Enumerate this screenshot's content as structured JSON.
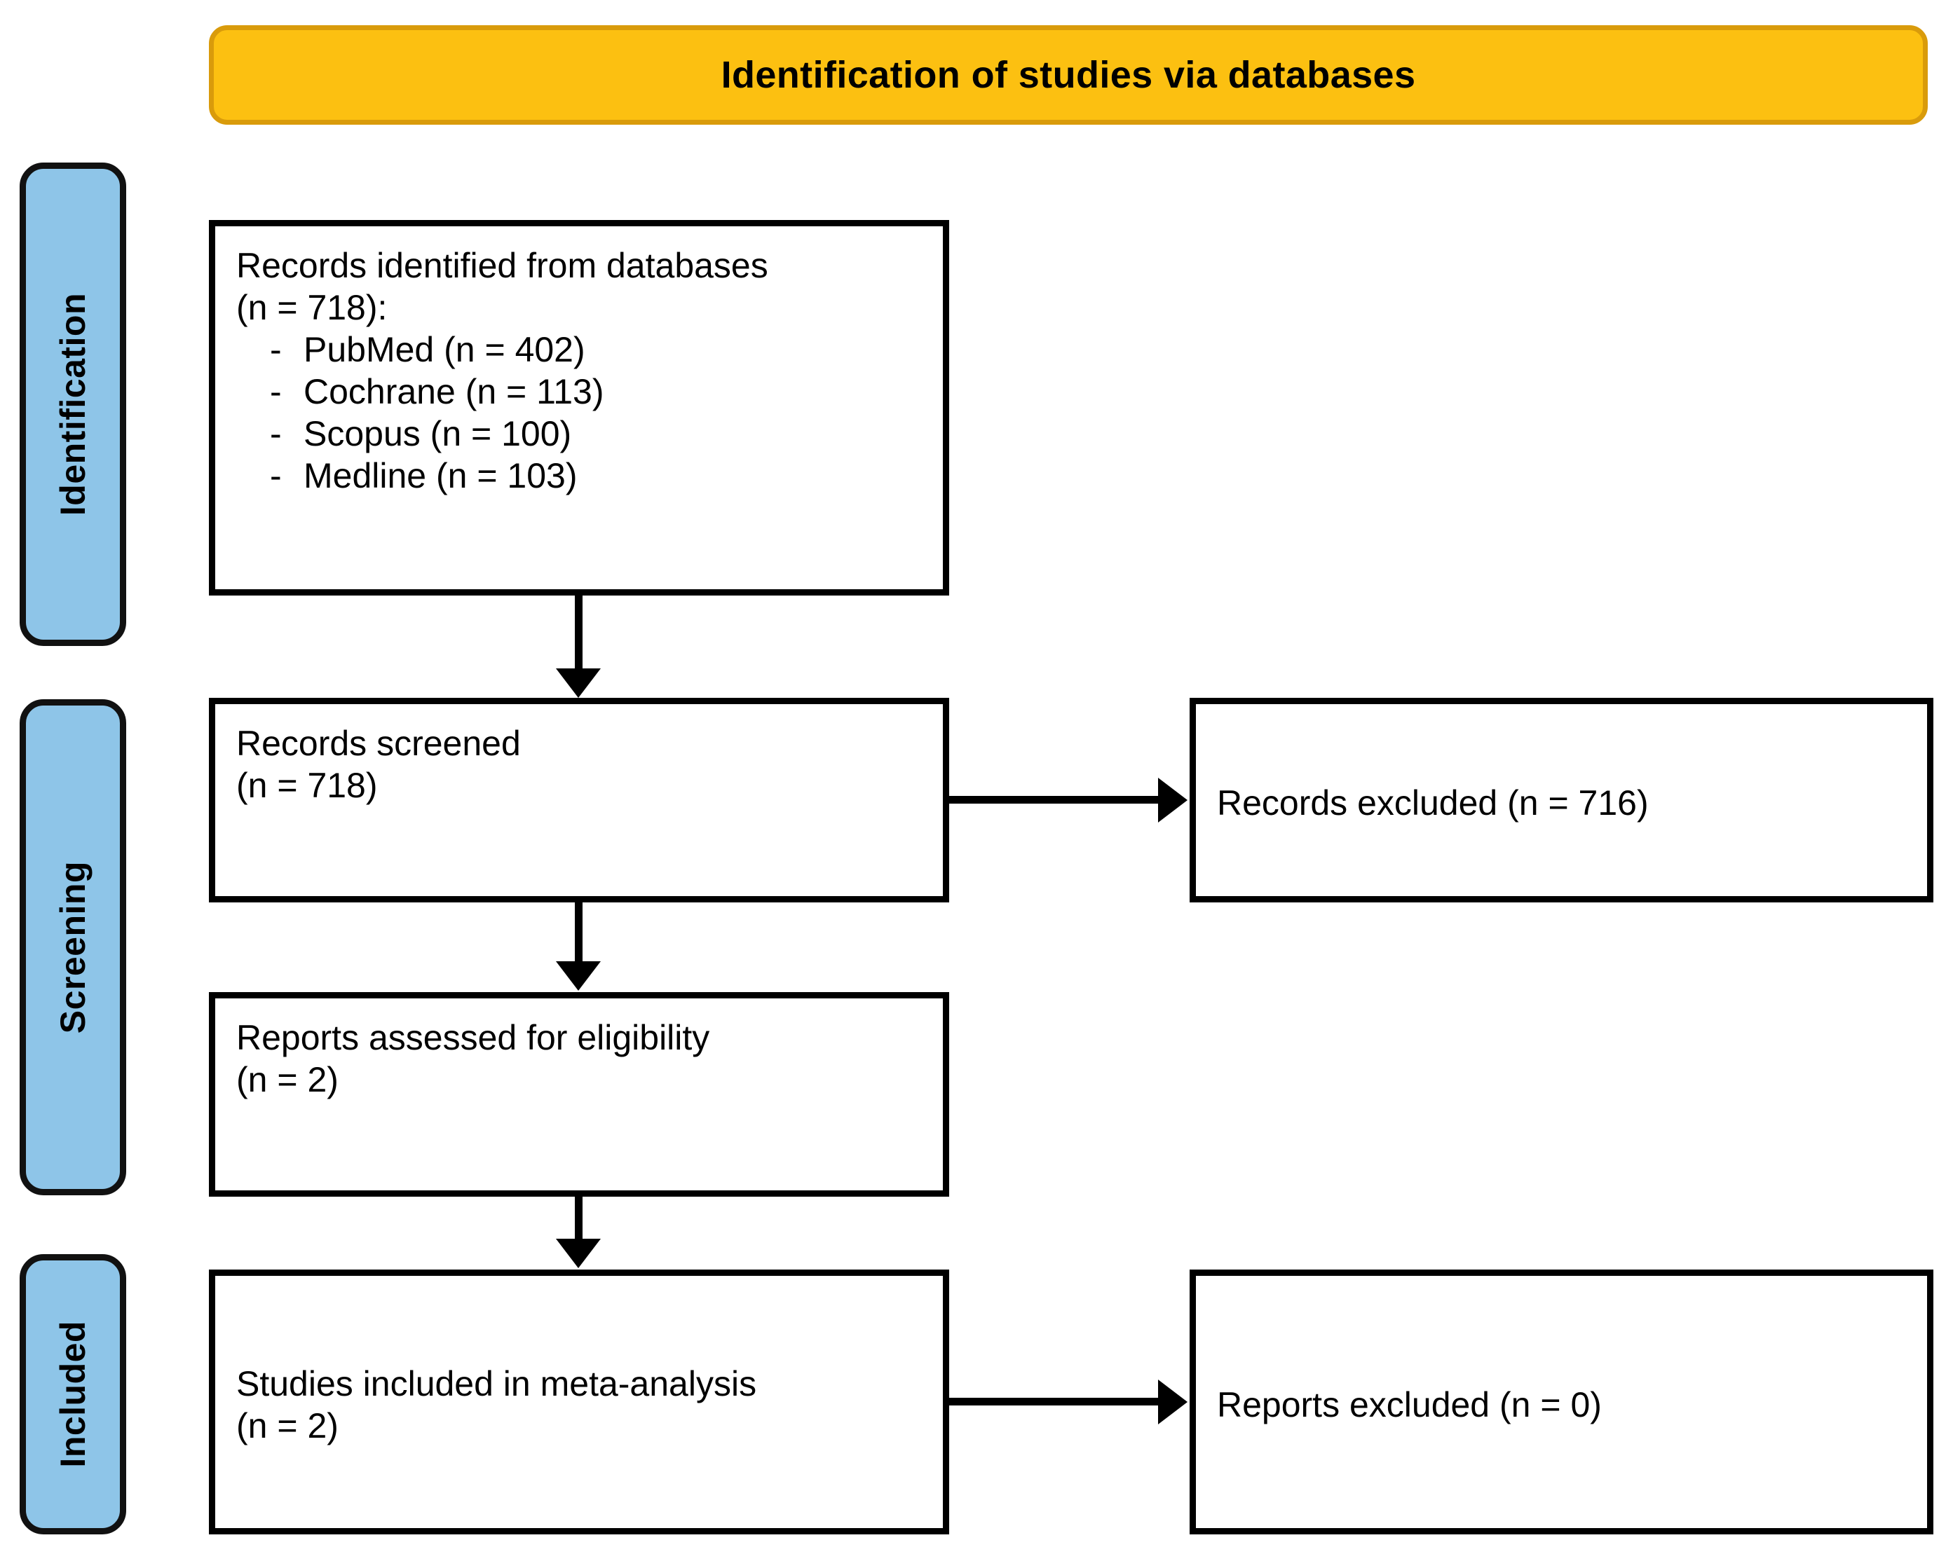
{
  "banner": {
    "title": "Identification of studies via databases"
  },
  "colors": {
    "banner_fill": "#FCC011",
    "banner_border": "#D99B0B",
    "stage_fill": "#8EC5E8",
    "box_border": "#000000",
    "box_fill": "#FFFFFF",
    "text": "#000000"
  },
  "stages": [
    {
      "label": "Identification"
    },
    {
      "label": "Screening"
    },
    {
      "label": "Included"
    }
  ],
  "boxes": {
    "identified": {
      "heading": "Records identified from databases\n(n = 718):",
      "bullet_marker": "-",
      "items": [
        "PubMed (n = 402)",
        "Cochrane (n = 113)",
        "Scopus (n = 100)",
        "Medline (n = 103)"
      ]
    },
    "screened": {
      "text": "Records screened\n(n = 718)"
    },
    "records_excluded": {
      "text": "Records excluded (n = 716)"
    },
    "eligibility": {
      "text": "Reports assessed for eligibility\n(n = 2)"
    },
    "included": {
      "text": "Studies included in meta-analysis\n(n = 2)"
    },
    "reports_excluded": {
      "text": "Reports excluded (n = 0)"
    }
  },
  "connectors": [
    {
      "name": "identified-to-screened",
      "direction": "down"
    },
    {
      "name": "screened-to-eligibility",
      "direction": "down"
    },
    {
      "name": "eligibility-to-included",
      "direction": "down"
    },
    {
      "name": "screened-to-records-excluded",
      "direction": "right"
    },
    {
      "name": "included-to-reports-excluded",
      "direction": "right"
    }
  ]
}
